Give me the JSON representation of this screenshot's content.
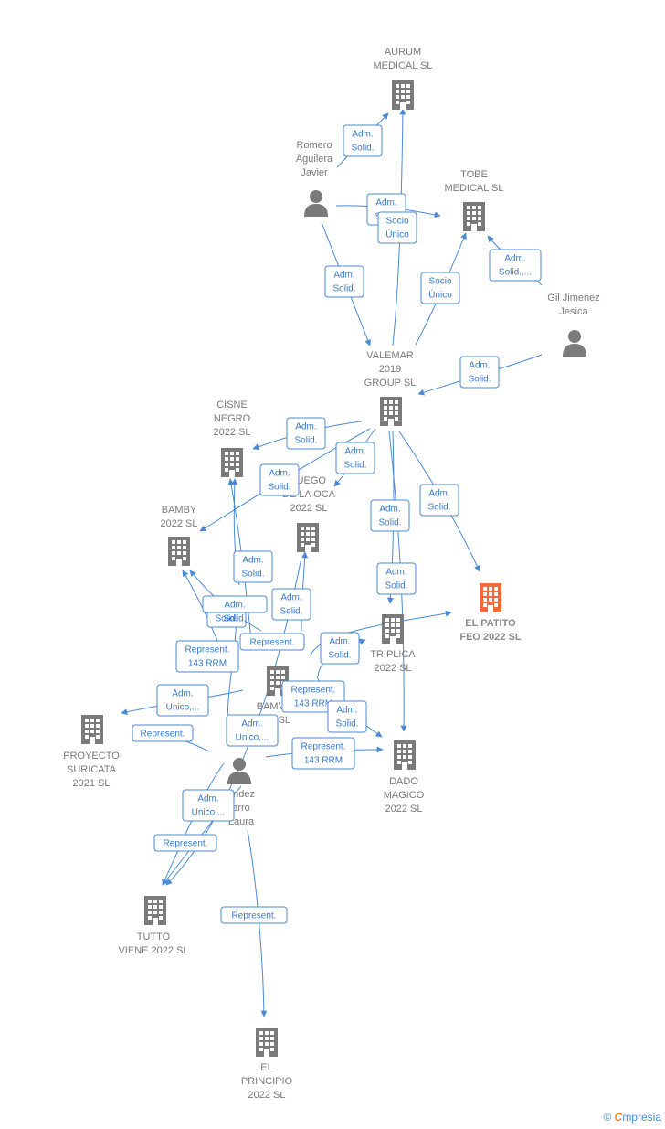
{
  "colors": {
    "edge": "#4a8ad4",
    "company": "#7a7a7a",
    "highlight": "#f26a3b",
    "person": "#7a7a7a"
  },
  "nodes": [
    {
      "id": "aurum",
      "type": "company",
      "icon": "building-icon",
      "label": [
        "AURUM",
        "MEDICAL  SL"
      ]
    },
    {
      "id": "tobe",
      "type": "company",
      "icon": "building-icon",
      "label": [
        "TOBE",
        "MEDICAL  SL"
      ]
    },
    {
      "id": "romero",
      "type": "person",
      "icon": "person-icon",
      "label": [
        "Romero",
        "Aguilera",
        "Javier"
      ]
    },
    {
      "id": "gil",
      "type": "person",
      "icon": "person-icon",
      "label": [
        "Gil Jimenez",
        "Jesica"
      ]
    },
    {
      "id": "valemar",
      "type": "company",
      "icon": "building-icon",
      "label": [
        "VALEMAR",
        "2019",
        "GROUP  SL"
      ]
    },
    {
      "id": "cisne",
      "type": "company",
      "icon": "building-icon",
      "label": [
        "CISNE",
        "NEGRO",
        "2022  SL"
      ]
    },
    {
      "id": "juego",
      "type": "company",
      "icon": "building-icon",
      "label": [
        "JUEGO",
        "DE LA OCA",
        "2022  SL"
      ]
    },
    {
      "id": "bamby",
      "type": "company",
      "icon": "building-icon",
      "label": [
        "BAMBY",
        "2022  SL"
      ]
    },
    {
      "id": "patito",
      "type": "company",
      "icon": "building-icon",
      "highlight": true,
      "label": [
        "EL PATITO",
        "FEO 2022  SL"
      ]
    },
    {
      "id": "triplica",
      "type": "company",
      "icon": "building-icon",
      "label": [
        "TRIPLICA",
        "2022  SL"
      ]
    },
    {
      "id": "bamve",
      "type": "company",
      "icon": "building-icon",
      "label": [
        "BAMVE",
        "ING  SL"
      ]
    },
    {
      "id": "proyecto",
      "type": "company",
      "icon": "building-icon",
      "label": [
        "PROYECTO",
        "SURICATA",
        "2021  SL"
      ]
    },
    {
      "id": "fernandez",
      "type": "person",
      "icon": "person-icon",
      "label": [
        "andez",
        "arro",
        "Laura"
      ]
    },
    {
      "id": "dado",
      "type": "company",
      "icon": "building-icon",
      "label": [
        "DADO",
        "MAGICO",
        "2022  SL"
      ]
    },
    {
      "id": "tutto",
      "type": "company",
      "icon": "building-icon",
      "label": [
        "TUTTO",
        "VIENE 2022  SL"
      ]
    },
    {
      "id": "principio",
      "type": "company",
      "icon": "building-icon",
      "label": [
        "EL",
        "PRINCIPIO",
        "2022  SL"
      ]
    },
    {
      "id": "bld_extra",
      "type": "company",
      "icon": "building-icon",
      "label": []
    }
  ],
  "relations": [
    {
      "id": "r1",
      "lines": [
        "Adm.",
        "Solid."
      ]
    },
    {
      "id": "r2",
      "lines": [
        "Adm.",
        "Solid."
      ]
    },
    {
      "id": "r3",
      "lines": [
        "Socio",
        "Único"
      ]
    },
    {
      "id": "r4",
      "lines": [
        "Adm.",
        "Solid.,..."
      ]
    },
    {
      "id": "r5",
      "lines": [
        "Adm.",
        "Solid."
      ]
    },
    {
      "id": "r6",
      "lines": [
        "Socio",
        "Único"
      ]
    },
    {
      "id": "r7",
      "lines": [
        "Adm.",
        "Solid."
      ]
    },
    {
      "id": "r8",
      "lines": [
        "Adm.",
        "Solid."
      ]
    },
    {
      "id": "r9",
      "lines": [
        "Adm.",
        "Solid."
      ]
    },
    {
      "id": "r10",
      "lines": [
        "Adm.",
        "Solid."
      ]
    },
    {
      "id": "r11",
      "lines": [
        "Adm.",
        "Solid."
      ]
    },
    {
      "id": "r12",
      "lines": [
        "Adm.",
        "Solid."
      ]
    },
    {
      "id": "r13",
      "lines": [
        "Adm.",
        "Solid."
      ]
    },
    {
      "id": "r14",
      "lines": [
        "Adm.",
        "Solid."
      ]
    },
    {
      "id": "r15",
      "lines": [
        "Adm.",
        "Solid."
      ]
    },
    {
      "id": "r16",
      "lines": [
        "Adm.",
        "Solid."
      ]
    },
    {
      "id": "r17",
      "lines": [
        "Adm.",
        "Solid."
      ]
    },
    {
      "id": "r18",
      "lines": [
        "Adm.",
        "Solid."
      ]
    },
    {
      "id": "r19",
      "lines": [
        "Represent.",
        "143 RRM"
      ]
    },
    {
      "id": "r20",
      "lines": [
        "Represent."
      ]
    },
    {
      "id": "r21",
      "lines": [
        "Adm.",
        "Unico,..."
      ]
    },
    {
      "id": "r22",
      "lines": [
        "Represent."
      ]
    },
    {
      "id": "r23",
      "lines": [
        "Adm.",
        "Unico,..."
      ]
    },
    {
      "id": "r24",
      "lines": [
        "Represent.",
        "143 RRM"
      ]
    },
    {
      "id": "r25",
      "lines": [
        "Adm.",
        "Solid."
      ]
    },
    {
      "id": "r26",
      "lines": [
        "Represent.",
        "143 RRM"
      ]
    },
    {
      "id": "r27",
      "lines": [
        "Adm.",
        "Unico,..."
      ]
    },
    {
      "id": "r28",
      "lines": [
        "Represent."
      ]
    },
    {
      "id": "r29",
      "lines": [
        "Represent."
      ]
    }
  ],
  "footer": {
    "copyright": "©",
    "brand_e": "C",
    "brand_rest": "mpresia"
  }
}
